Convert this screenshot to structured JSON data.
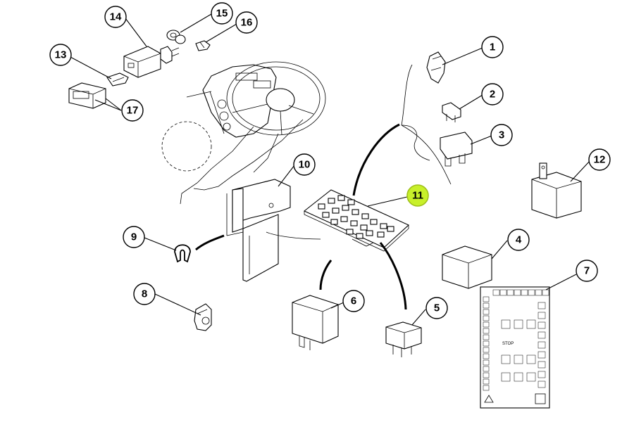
{
  "callouts": [
    {
      "id": "1",
      "label": "1"
    },
    {
      "id": "2",
      "label": "2"
    },
    {
      "id": "3",
      "label": "3"
    },
    {
      "id": "4",
      "label": "4"
    },
    {
      "id": "5",
      "label": "5"
    },
    {
      "id": "6",
      "label": "6"
    },
    {
      "id": "7",
      "label": "7"
    },
    {
      "id": "8",
      "label": "8"
    },
    {
      "id": "9",
      "label": "9"
    },
    {
      "id": "10",
      "label": "10"
    },
    {
      "id": "11",
      "label": "11",
      "highlighted": true
    },
    {
      "id": "12",
      "label": "12"
    },
    {
      "id": "13",
      "label": "13"
    },
    {
      "id": "14",
      "label": "14"
    },
    {
      "id": "15",
      "label": "15"
    },
    {
      "id": "16",
      "label": "16"
    },
    {
      "id": "17",
      "label": "17"
    }
  ],
  "fuse_card": {
    "stop_label": "STOP"
  },
  "colors": {
    "highlight": "#c8f02a",
    "line": "#000000",
    "background": "#ffffff"
  }
}
